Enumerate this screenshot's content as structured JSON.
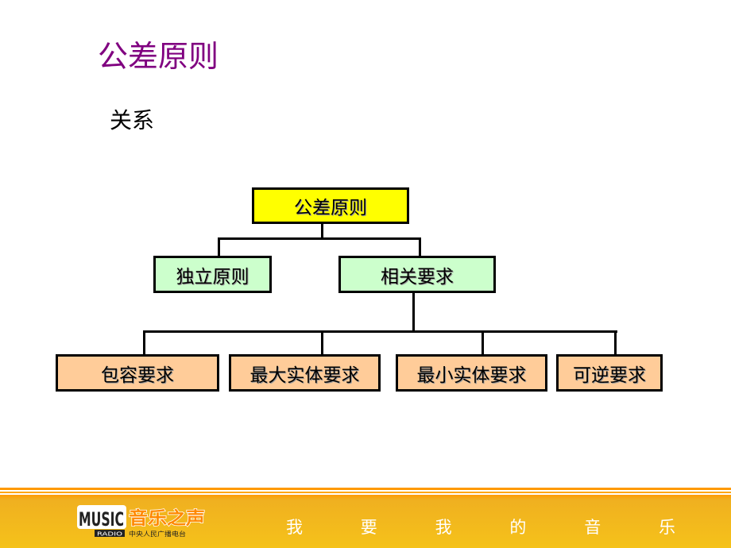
{
  "slide": {
    "title": "公差原则",
    "subtitle": "关系"
  },
  "diagram": {
    "root": "公差原则",
    "level1": [
      "独立原则",
      "相关要求"
    ],
    "level2": [
      "包容要求",
      "最大实体要求",
      "最小实体要求",
      "可逆要求"
    ],
    "colors": {
      "root": "#FFFF00",
      "level1": "#CCFFCC",
      "level2": "#FFCC99"
    }
  },
  "footer": {
    "logo": {
      "brand": "MUSIC",
      "name": "音乐之声",
      "radio": "RADIO",
      "org": "中央人民广播电台"
    },
    "slogan": [
      "我",
      "要",
      "我",
      "的",
      "音",
      "乐"
    ]
  }
}
